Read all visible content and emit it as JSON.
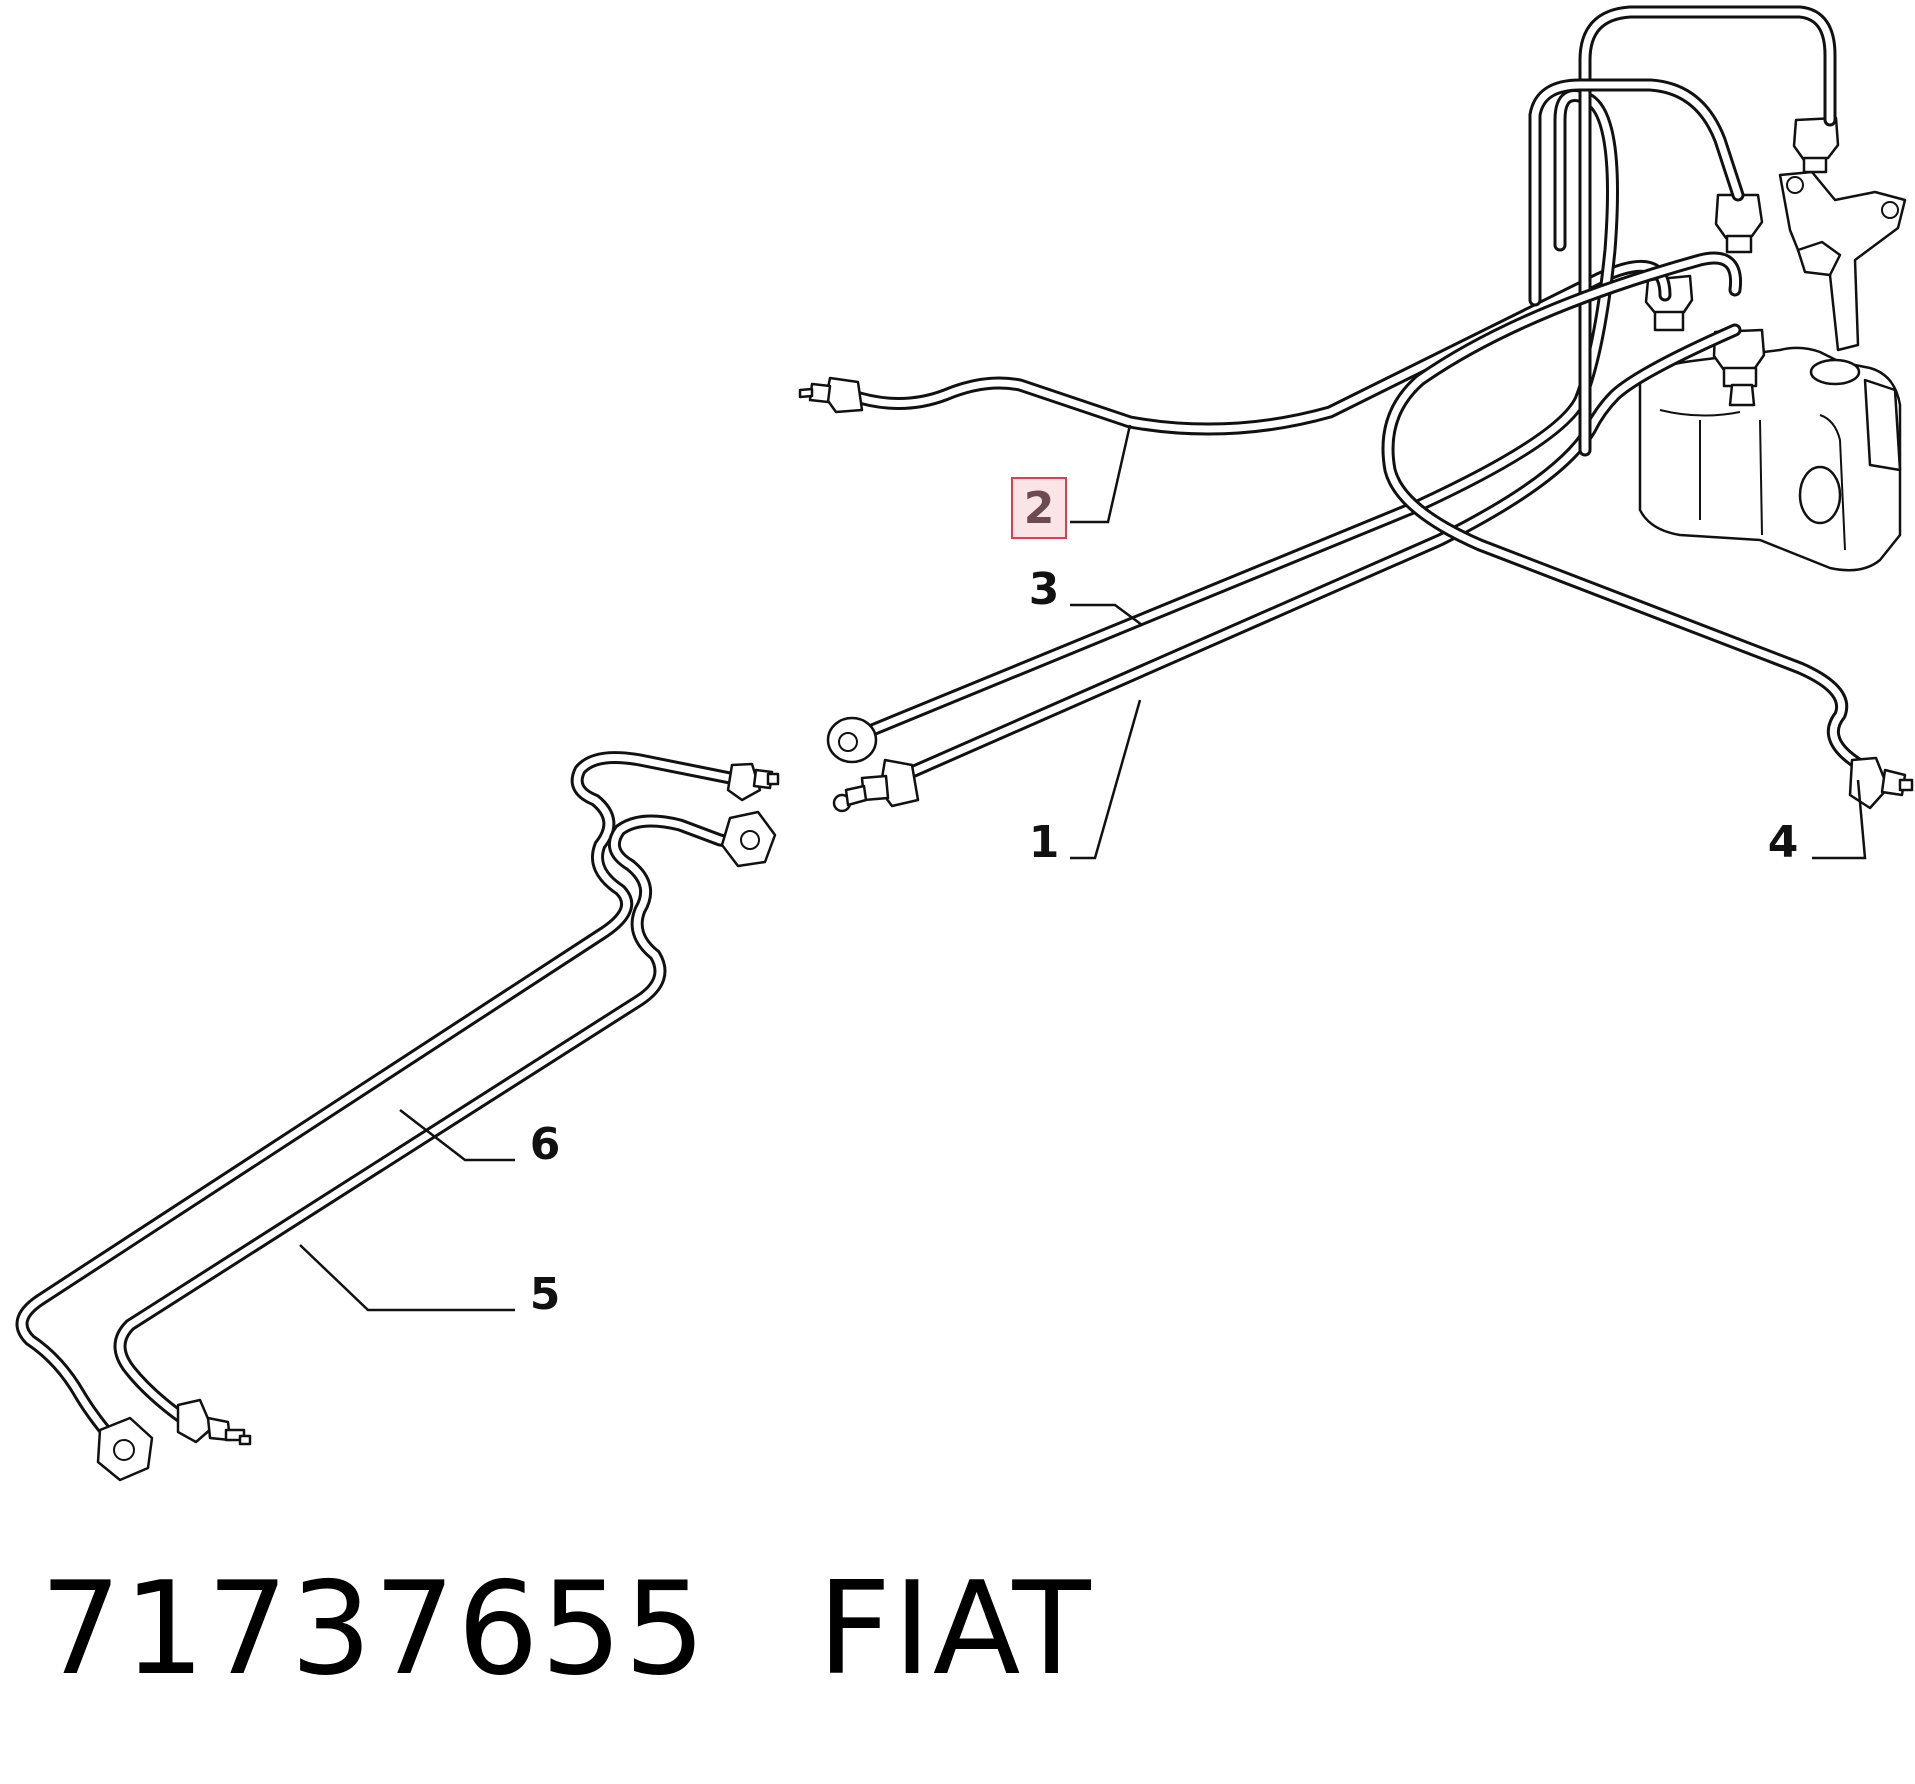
{
  "diagram": {
    "callouts": [
      {
        "id": "1",
        "label": "1",
        "highlighted": false
      },
      {
        "id": "2",
        "label": "2",
        "highlighted": true
      },
      {
        "id": "3",
        "label": "3",
        "highlighted": false
      },
      {
        "id": "4",
        "label": "4",
        "highlighted": false
      },
      {
        "id": "5",
        "label": "5",
        "highlighted": false
      },
      {
        "id": "6",
        "label": "6",
        "highlighted": false
      }
    ],
    "highlight_color": "#e33c4c"
  },
  "footer": {
    "part_number": "71737655",
    "brand": "FIAT"
  }
}
